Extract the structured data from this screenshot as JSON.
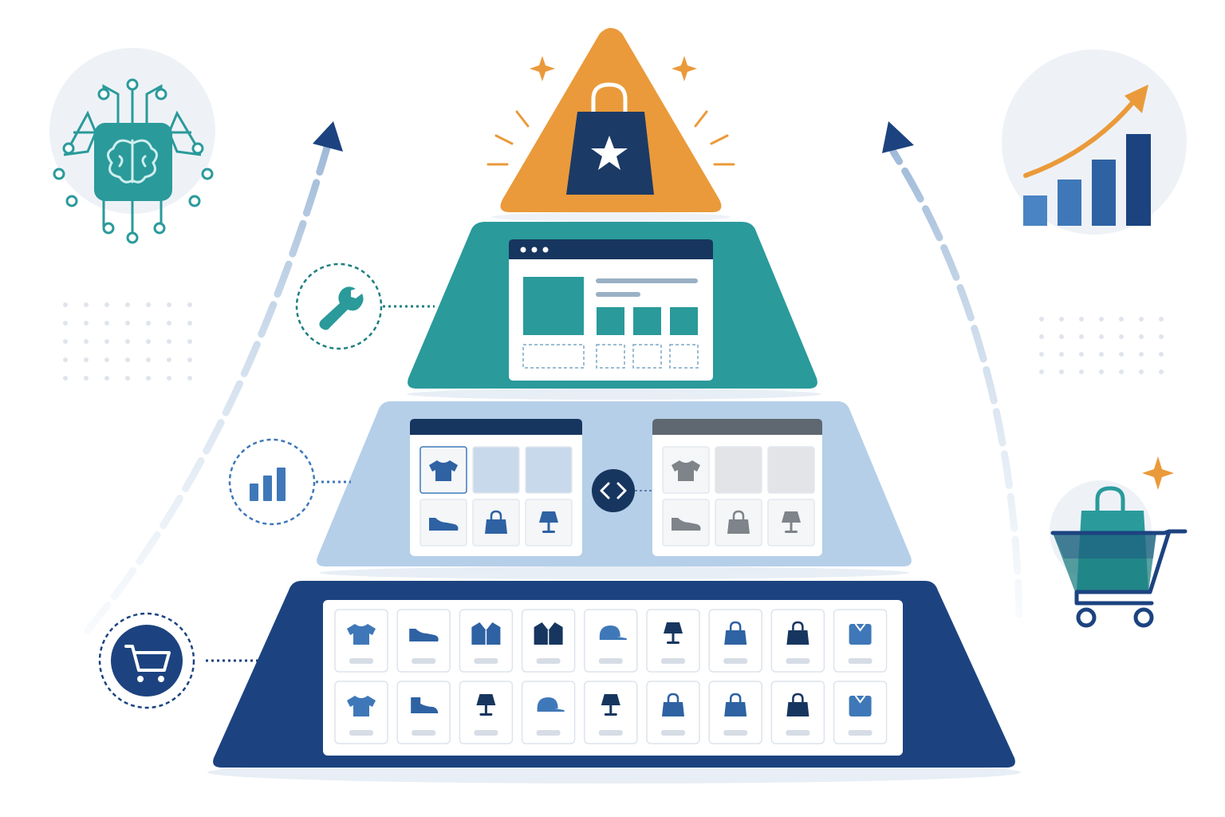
{
  "title": "",
  "colors": {
    "navy": "#1c4380",
    "navy_dark": "#17365f",
    "teal": "#2a9a9b",
    "teal_dark": "#1f7f80",
    "light_blue": "#b5cfe9",
    "light_blue_edge": "#9dbbde",
    "orange": "#ea9a3a",
    "mid_blue": "#3f78b8",
    "grey": "#8f9398",
    "dot": "#dfe5ec"
  },
  "pyramid": {
    "top": {
      "icon": "shopping-bag-star-icon"
    },
    "tier2": {
      "icon": "storefront-layout-icon",
      "side_icon": "wrench-icon"
    },
    "tier3": {
      "icon": "product-grid-comparison-icon",
      "side_icon": "bar-chart-icon",
      "center_icon": "code-brackets-icon",
      "left_products": [
        "tshirt-icon",
        "placeholder",
        "placeholder",
        "shoe-icon",
        "handbag-icon",
        "lamp-icon"
      ],
      "right_products": [
        "tshirt-icon",
        "placeholder",
        "placeholder",
        "shoe-icon",
        "handbag-icon",
        "lamp-icon"
      ]
    },
    "base": {
      "icon": "product-catalog-icon",
      "side_icon": "shopping-cart-icon",
      "row1": [
        "tshirt-icon",
        "shoe-icon",
        "jacket-icon",
        "jacket-icon",
        "cap-icon",
        "lamp-icon",
        "handbag-icon",
        "handbag-icon",
        "shirt-folded-icon"
      ],
      "row2": [
        "tshirt-icon",
        "boot-icon",
        "lamp-icon",
        "cap-icon",
        "lamp-icon",
        "handbag-icon",
        "handbag-icon",
        "handbag-icon",
        "shirt-folded-icon"
      ]
    }
  },
  "side_icons": {
    "ai": "ai-brain-chip-icon",
    "growth": "growth-chart-icon",
    "cart": "shopping-bag-cart-icon"
  }
}
